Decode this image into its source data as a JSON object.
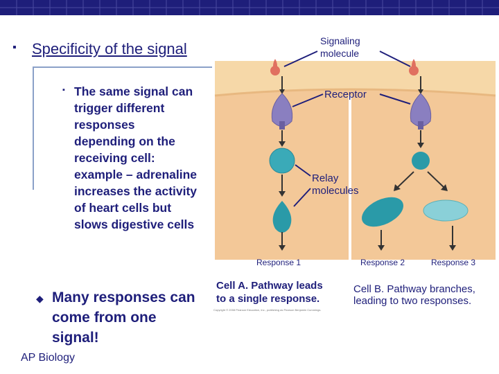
{
  "slide": {
    "title": "Specificity of the signal",
    "sub_point": "The same signal can trigger different responses depending on the receiving cell: example – adrenaline increases the activity of heart cells but slows digestive cells",
    "main_point": "Many responses can come from one signal!",
    "footer": "AP Biology"
  },
  "diagram": {
    "labels": {
      "signaling_molecule_1": "Signaling",
      "signaling_molecule_2": "molecule",
      "receptor": "Receptor",
      "relay_1": "Relay",
      "relay_2": "molecules",
      "response_1": "Response 1",
      "response_2": "Response 2",
      "response_3": "Response 3"
    },
    "captions": {
      "cell_a_1": "Cell A. Pathway leads",
      "cell_a_2": "to a single response.",
      "cell_b_1": "Cell B. Pathway branches,",
      "cell_b_2": "leading to two responses."
    },
    "copyright": "Copyright © 2008 Pearson Education, Inc., publishing as Pearson Benjamin Cummings.",
    "colors": {
      "membrane_bg": "#f6d8a8",
      "cytoplasm_bg": "#f3c898",
      "receptor": "#8a7fc0",
      "relay": "#3aaab8",
      "signal": "#e07060"
    }
  }
}
